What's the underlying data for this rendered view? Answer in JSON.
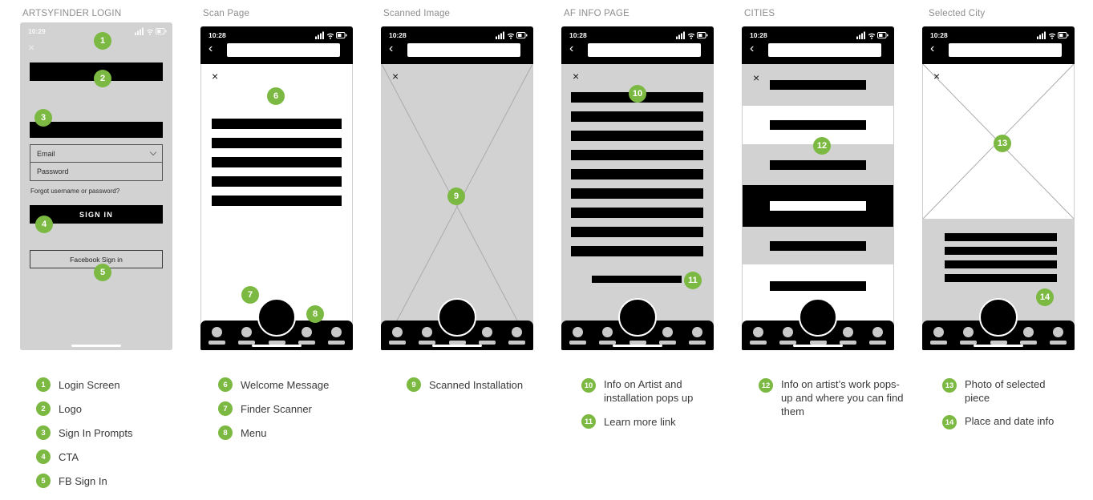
{
  "colors": {
    "badge_green": "#7cb942",
    "phone_gray": "#d2d2d2",
    "bar_black": "#000000"
  },
  "icons": {
    "close": "×",
    "back": "‹"
  },
  "screens": {
    "login": {
      "title": "ARTSYFINDER LOGIN",
      "time": "10:29",
      "email_label": "Email",
      "password_label": "Password",
      "forgot_text": "Forgot username or password?",
      "sign_in_label": "SIGN IN",
      "facebook_label": "Facebook Sign in"
    },
    "scan": {
      "title": "Scan Page",
      "time": "10:28"
    },
    "scanned": {
      "title": "Scanned Image",
      "time": "10:28"
    },
    "info": {
      "title": "AF INFO PAGE",
      "time": "10:28"
    },
    "cities": {
      "title": "CITIES",
      "time": "10:28"
    },
    "selected": {
      "title": "Selected City",
      "time": "10:28"
    }
  },
  "annotations": {
    "a1": {
      "num": "1",
      "label": "Login Screen"
    },
    "a2": {
      "num": "2",
      "label": "Logo"
    },
    "a3": {
      "num": "3",
      "label": "Sign In Prompts"
    },
    "a4": {
      "num": "4",
      "label": "CTA"
    },
    "a5": {
      "num": "5",
      "label": "FB Sign In"
    },
    "a6": {
      "num": "6",
      "label": "Welcome Message"
    },
    "a7": {
      "num": "7",
      "label": "Finder Scanner"
    },
    "a8": {
      "num": "8",
      "label": "Menu"
    },
    "a9": {
      "num": "9",
      "label": "Scanned Installation"
    },
    "a10": {
      "num": "10",
      "label": "Info on Artist and installation pops up"
    },
    "a11": {
      "num": "11",
      "label": "Learn more link"
    },
    "a12": {
      "num": "12",
      "label": "Info on artist’s work pops-up and where you can find them"
    },
    "a13": {
      "num": "13",
      "label": "Photo of selected piece"
    },
    "a14": {
      "num": "14",
      "label": "Place and date info"
    }
  }
}
